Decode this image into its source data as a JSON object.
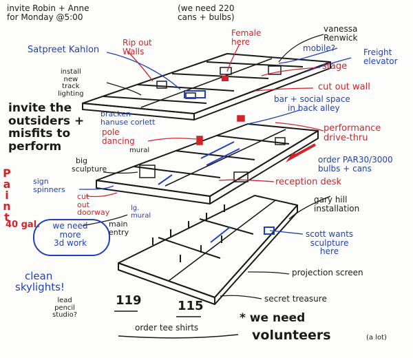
{
  "invite": {
    "line1": "invite Robin + Anne",
    "line2": "for Monday @5:00"
  },
  "cans": {
    "line1": "(we need 220",
    "line2": "cans + bulbs)"
  },
  "vanessa": {
    "line1": "vanessa",
    "line2": "Renwick"
  },
  "satpreet": "Satpreet Kahlon",
  "rip_out": {
    "line1": "Rip out",
    "line2": "Walls"
  },
  "female": {
    "line1": "Female",
    "line2": "here"
  },
  "mobile": "mobile?",
  "freight": {
    "line1": "Freight",
    "line2": "elevator"
  },
  "stage": "stage",
  "cut_out_wall": "cut out wall",
  "track": {
    "line1": "install",
    "line2": "new",
    "line3": "track",
    "line4": "lighting"
  },
  "bar": {
    "line1": "bar + social space",
    "line2": "in back alley"
  },
  "outsiders": {
    "line1": "invite the",
    "line2": "outsiders +",
    "line3": "misfits to",
    "line4": "perform"
  },
  "bracken": {
    "line1": "bracken",
    "line2": "hanuse corlett"
  },
  "pole": {
    "line1": "pole",
    "line2": "dancing"
  },
  "performance": {
    "line1": "performance",
    "line2": "drive-thru"
  },
  "mural_top": "mural",
  "big_sculpture": {
    "line1": "big",
    "line2": "sculpture"
  },
  "order_par": {
    "line1": "order PAR30/3000",
    "line2": "bulbs + cans"
  },
  "paint": {
    "word": "Paint",
    "amount": "40 gal."
  },
  "sign_spinners": {
    "line1": "sign",
    "line2": "spinners"
  },
  "reception": "reception desk",
  "cut_doorway": {
    "line1": "cut",
    "line2": "out",
    "line3": "doorway"
  },
  "lg_mural": {
    "line1": "lg.",
    "line2": "mural"
  },
  "gary_hill": {
    "line1": "gary hill",
    "line2": "installation"
  },
  "more_3d": {
    "line1": "we need",
    "line2": "more",
    "line3": "3d work"
  },
  "main_entry": {
    "line1": "main",
    "line2": "entry"
  },
  "scott": {
    "line1": "scott wants",
    "line2": "sculpture",
    "line3": "here"
  },
  "projection": "projection screen",
  "skylights": {
    "line1": "clean",
    "line2": "skylights!"
  },
  "pencil": {
    "line1": "lead",
    "line2": "pencil",
    "line3": "studio?"
  },
  "secret": "secret treasure",
  "num_119": "119",
  "num_115": "115",
  "tee": "order tee shirts",
  "volunteers": {
    "line1": "* we need",
    "line2": "volunteers",
    "paren": "(a lot)"
  },
  "colors": {
    "ink": "#1a1a1a",
    "red": "#d2232a",
    "blue": "#1f3fb8"
  }
}
